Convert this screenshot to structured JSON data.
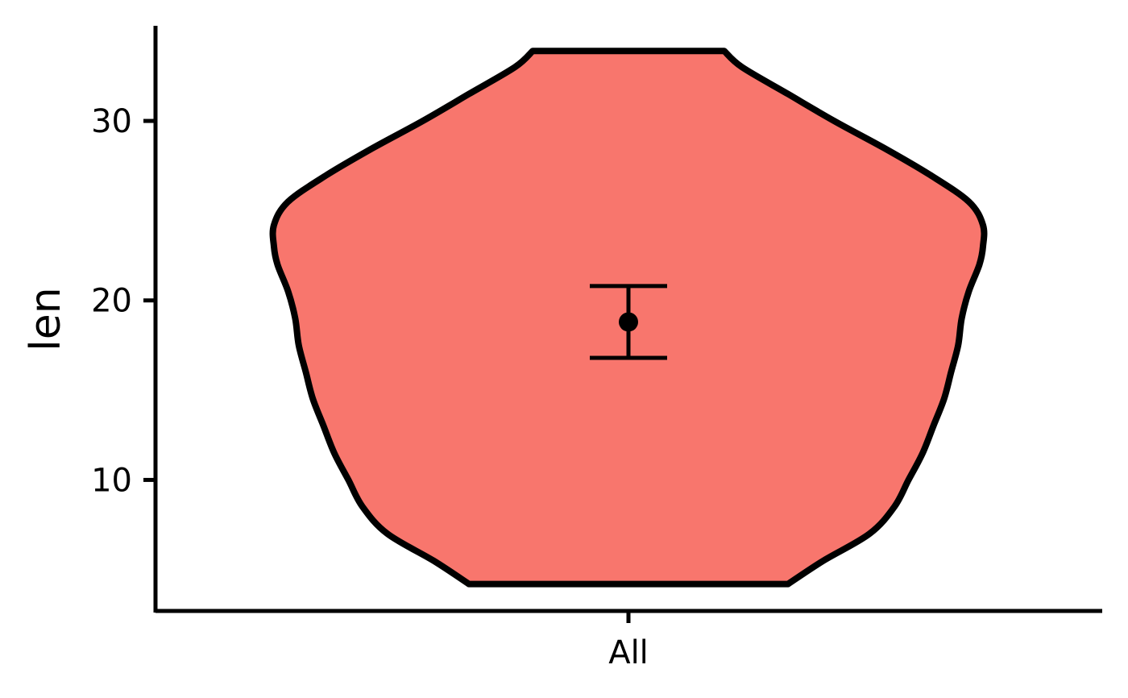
{
  "chart_data": {
    "type": "violin",
    "ylabel": "len",
    "xlabel": "",
    "categories": [
      "All"
    ],
    "ylim": [
      2.7,
      35.3
    ],
    "yticks": [
      10,
      20,
      30
    ],
    "violin": {
      "category": "All",
      "fill": "#F8766D",
      "outline": "#000000",
      "min": 4.2,
      "max": 33.9,
      "density_profile": [
        {
          "y": 4.2,
          "w": 0.45
        },
        {
          "y": 5.5,
          "w": 0.55
        },
        {
          "y": 7.0,
          "w": 0.68
        },
        {
          "y": 8.5,
          "w": 0.75
        },
        {
          "y": 10.0,
          "w": 0.79
        },
        {
          "y": 11.5,
          "w": 0.83
        },
        {
          "y": 13.0,
          "w": 0.86
        },
        {
          "y": 14.5,
          "w": 0.89
        },
        {
          "y": 16.0,
          "w": 0.91
        },
        {
          "y": 17.5,
          "w": 0.93
        },
        {
          "y": 19.0,
          "w": 0.94
        },
        {
          "y": 20.5,
          "w": 0.96
        },
        {
          "y": 22.0,
          "w": 0.99
        },
        {
          "y": 23.0,
          "w": 1.0
        },
        {
          "y": 24.2,
          "w": 1.0
        },
        {
          "y": 25.5,
          "w": 0.96
        },
        {
          "y": 27.0,
          "w": 0.85
        },
        {
          "y": 28.5,
          "w": 0.72
        },
        {
          "y": 30.0,
          "w": 0.58
        },
        {
          "y": 31.5,
          "w": 0.45
        },
        {
          "y": 33.0,
          "w": 0.32
        },
        {
          "y": 33.9,
          "w": 0.27
        }
      ]
    },
    "summary": {
      "mean": 18.8,
      "lower": 16.8,
      "upper": 20.8,
      "color": "#000000"
    }
  }
}
